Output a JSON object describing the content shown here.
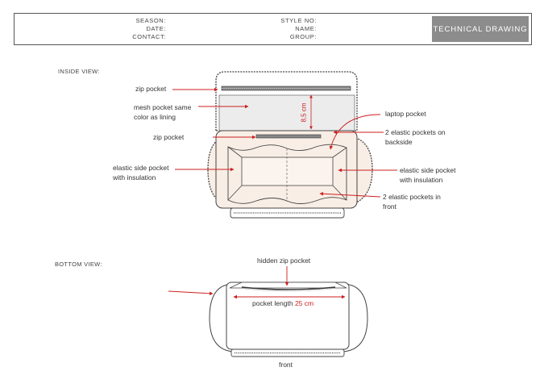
{
  "header": {
    "season_label": "SEASON:",
    "date_label": "DATE:",
    "contact_label": "CONTACT:",
    "style_no_label": "STYLE NO:",
    "name_label": "NAME:",
    "group_label": "GROUP:",
    "badge": "TECHNICAL DRAWING"
  },
  "inside_view": {
    "title": "INSIDE VIEW:",
    "labels": {
      "zip_pocket_top": "zip pocket",
      "mesh_pocket_1": "mesh pocket same",
      "mesh_pocket_2": "color as lining",
      "zip_pocket_mid": "zip pocket",
      "elastic_left_1": "elastic side pocket",
      "elastic_left_2": "with insulation",
      "laptop_pocket": "laptop pocket",
      "elastic_back_1": "2 elastic pockets on",
      "elastic_back_2": "backside",
      "elastic_right_1": "elastic side pocket",
      "elastic_right_2": "with insulation",
      "elastic_front_1": "2 elastic pockets in",
      "elastic_front_2": "front"
    },
    "dimension": "8,5 cm"
  },
  "bottom_view": {
    "title": "BOTTOM VIEW:",
    "hidden_zip": "hidden zip pocket",
    "pocket_length_label": "pocket length",
    "pocket_length_value": "25 cm",
    "front": "front"
  },
  "colors": {
    "arrow": "#cc1f1f",
    "fill_beige": "#f8eee5",
    "fill_grey": "#ececec",
    "line": "#444444",
    "badge_bg": "#8c8c8c"
  }
}
